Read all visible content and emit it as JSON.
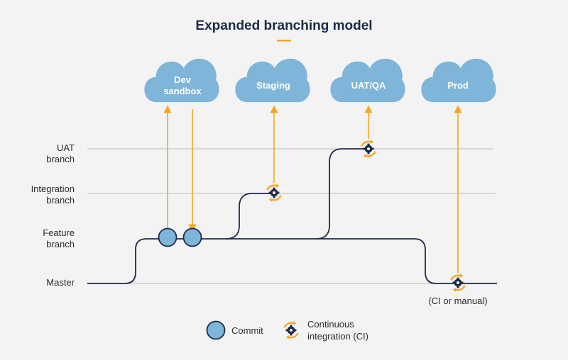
{
  "title": "Expanded branching model",
  "colors": {
    "background": "#f3f3f3",
    "title": "#1c2a4a",
    "accent": "#f5a623",
    "cloud": "#7fb5d8",
    "commit_fill": "#7fb5d8",
    "branch_line": "#1c2a4a",
    "lane_line": "#c8c8c8"
  },
  "environments": [
    {
      "label_lines": [
        "Dev",
        "sandbox"
      ]
    },
    {
      "label_lines": [
        "Staging"
      ]
    },
    {
      "label_lines": [
        "UAT/QA"
      ]
    },
    {
      "label_lines": [
        "Prod"
      ]
    }
  ],
  "lanes": [
    {
      "label_lines": [
        "UAT",
        "branch"
      ]
    },
    {
      "label_lines": [
        "Integration",
        "branch"
      ]
    },
    {
      "label_lines": [
        "Feature",
        "branch"
      ]
    },
    {
      "label_lines": [
        "Master"
      ]
    }
  ],
  "prod_note": "(CI or manual)",
  "legend": {
    "commit_label": "Commit",
    "ci_label_lines": [
      "Continuous",
      "integration (CI)"
    ],
    "commit_icon": "commit-circle-icon",
    "ci_icon": "ci-gear-cycle-icon"
  }
}
